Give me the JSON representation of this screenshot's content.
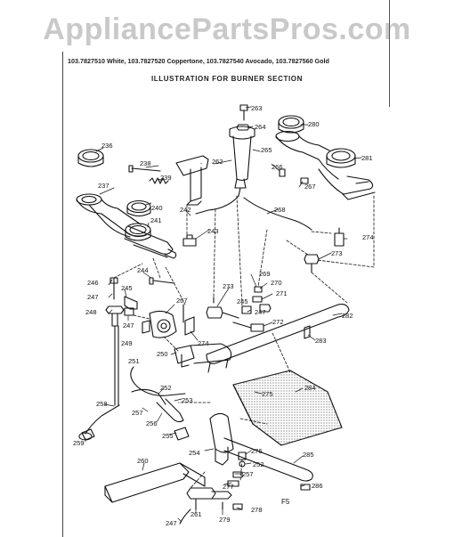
{
  "watermark": "AppliancePartsPros.com",
  "models_line": "103.7827510 White,  103.7827520 Coppertone,  103.7827540 Avocado,  103.7827560 Gold",
  "diagram_title": "ILLUSTRATION FOR BURNER SECTION",
  "figure_label": "F5",
  "callouts": [
    "236",
    "237",
    "238",
    "239",
    "240",
    "241",
    "242",
    "243",
    "244",
    "245",
    "246",
    "247",
    "248",
    "249",
    "250",
    "251",
    "252",
    "253",
    "254",
    "255",
    "256",
    "257",
    "258",
    "259",
    "260",
    "261",
    "262",
    "263",
    "264",
    "265",
    "266",
    "267",
    "268",
    "269",
    "270",
    "271",
    "272",
    "273",
    "274",
    "275",
    "276",
    "277",
    "278",
    "279",
    "280",
    "281",
    "282",
    "283",
    "284",
    "285",
    "286"
  ]
}
